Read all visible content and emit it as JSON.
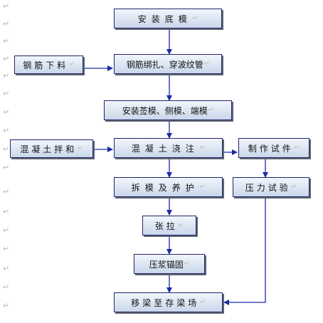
{
  "paragraph_mark": "↵",
  "boxes": {
    "formwork": "安装底模",
    "rebar_cut": "钢筋下料",
    "rebar_tie": "钢筋绑扎、穿波纹管",
    "side_forms": "安装莶模、侧模、端模",
    "mixing": "混凝土拌和",
    "pouring": "混凝土浇注",
    "specimens": "制作试件",
    "curing": "拆模及养护",
    "pressure_test": "压力试验",
    "tension": "张拉",
    "grouting": "压浆锚固",
    "move": "移梁至存梁场"
  },
  "colors": {
    "line": "#1c2aa8",
    "box_border": "#22246a"
  }
}
